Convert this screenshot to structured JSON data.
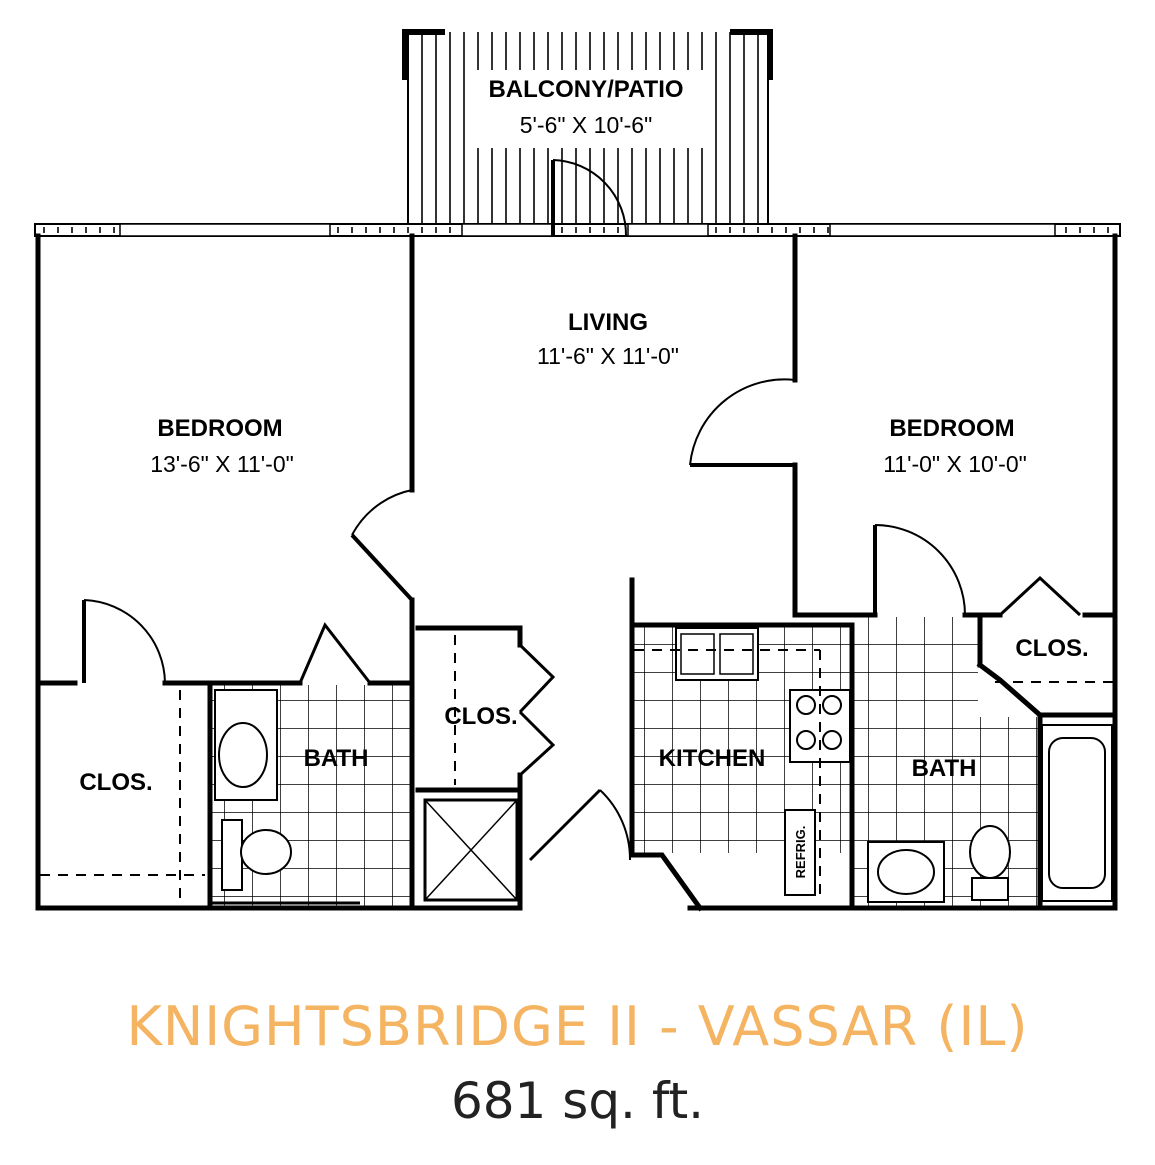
{
  "floorplan": {
    "name": "KNIGHTSBRIDGE II - VASSAR (IL)",
    "area": "681 sq. ft.",
    "accent_color": "#f5b461",
    "rooms": {
      "balcony": {
        "label": "BALCONY/PATIO",
        "dims": "5'-6\" X 10'-6\""
      },
      "living": {
        "label": "LIVING",
        "dims": "11'-6\" X 11'-0\""
      },
      "bedroom_left": {
        "label": "BEDROOM",
        "dims": "13'-6\" X 11'-0\""
      },
      "bedroom_right": {
        "label": "BEDROOM",
        "dims": "11'-0\" X 10'-0\""
      },
      "closet_left": {
        "label": "CLOS."
      },
      "closet_hall": {
        "label": "CLOS."
      },
      "closet_right": {
        "label": "CLOS."
      },
      "bath_left": {
        "label": "BATH"
      },
      "bath_right": {
        "label": "BATH"
      },
      "kitchen": {
        "label": "KITCHEN"
      },
      "refrigerator": {
        "label": "REFRIG."
      }
    }
  }
}
